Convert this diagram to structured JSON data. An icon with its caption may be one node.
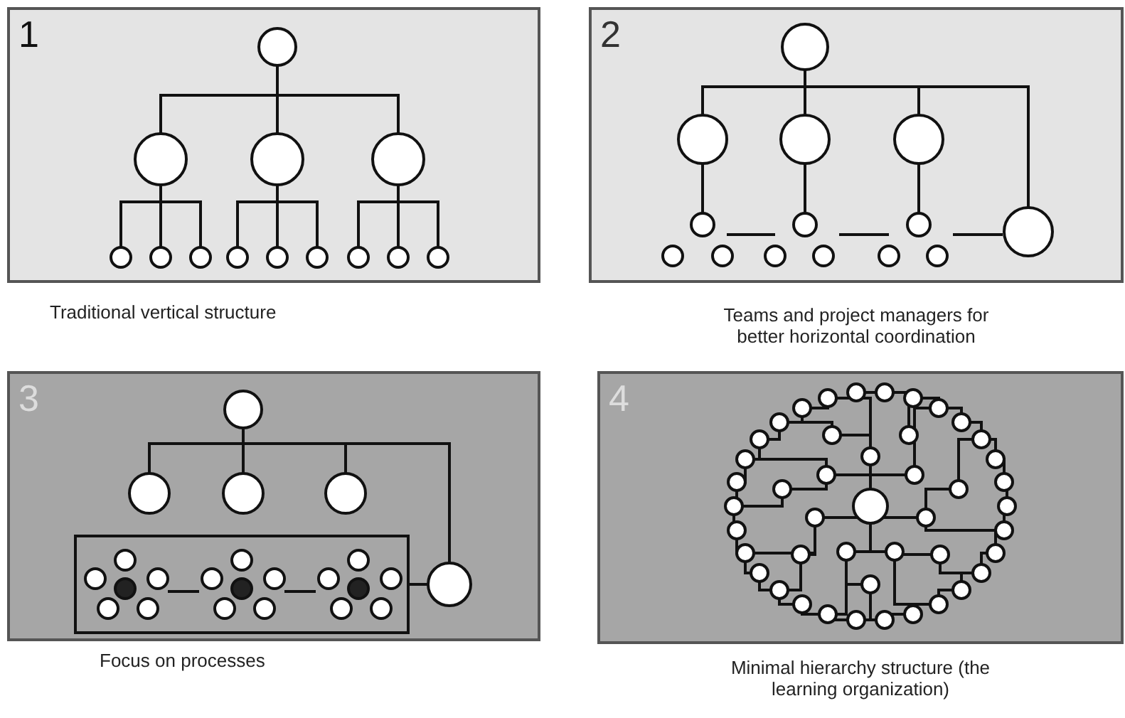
{
  "diagram": {
    "nodes": [
      {
        "text": [
          "1"
        ],
        "beside": [
          "Traditional vertical structure"
        ]
      },
      {
        "text": [
          "2"
        ],
        "beside": [
          "Teams and project managers for better horizontal coordination"
        ]
      },
      {
        "text": [
          "3"
        ],
        "beside": [
          "Focus on processes"
        ]
      },
      {
        "text": [
          "4"
        ],
        "beside": [
          "Minimal hierarchy structure (the learning organization)"
        ]
      }
    ]
  }
}
